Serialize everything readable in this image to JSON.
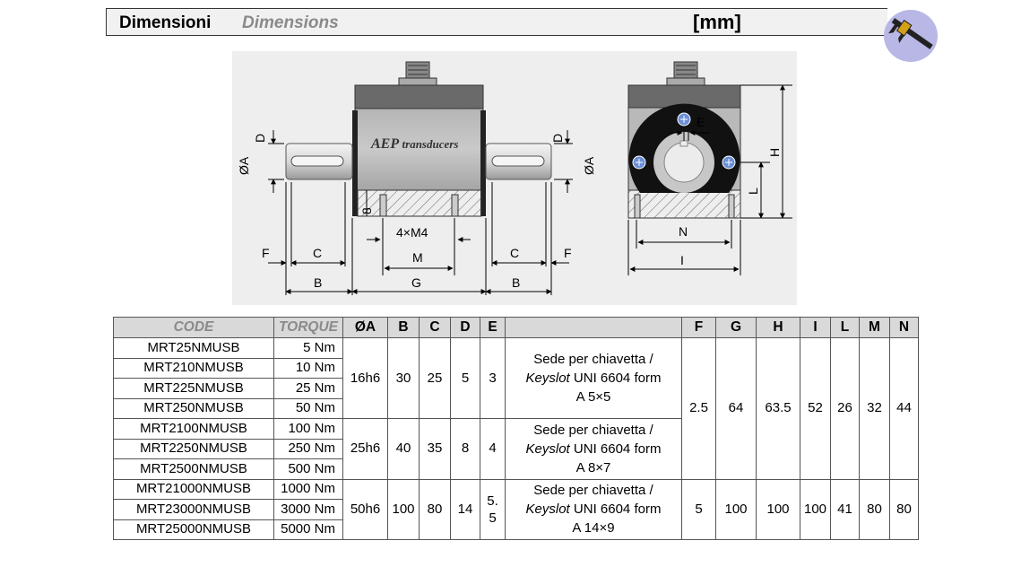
{
  "header": {
    "title_it": "Dimensioni",
    "title_en": "Dimensions",
    "unit": "[mm]"
  },
  "logo": {
    "icon": "caliper-icon",
    "bg_color": "#b8b7e6"
  },
  "drawing": {
    "brand_aep": "AEP",
    "brand_rest": "transducers",
    "labels": {
      "D": "D",
      "A": "ØA",
      "F": "F",
      "C": "C",
      "B": "B",
      "G": "G",
      "M": "M",
      "thread": "4×M4",
      "eight": "8",
      "E": "E",
      "H": "H",
      "L": "L",
      "N": "N",
      "I": "I"
    }
  },
  "table": {
    "headers": [
      "CODE",
      "TORQUE",
      "ØA",
      "B",
      "C",
      "D",
      "E",
      "",
      "F",
      "G",
      "H",
      "I",
      "L",
      "M",
      "N"
    ],
    "rows": [
      {
        "code": "MRT25NMUSB",
        "torque": "5 Nm"
      },
      {
        "code": "MRT210NMUSB",
        "torque": "10 Nm"
      },
      {
        "code": "MRT225NMUSB",
        "torque": "25 Nm"
      },
      {
        "code": "MRT250NMUSB",
        "torque": "50 Nm"
      },
      {
        "code": "MRT2100NMUSB",
        "torque": "100 Nm"
      },
      {
        "code": "MRT2250NMUSB",
        "torque": "250 Nm"
      },
      {
        "code": "MRT2500NMUSB",
        "torque": "500 Nm"
      },
      {
        "code": "MRT21000NMUSB",
        "torque": "1000 Nm"
      },
      {
        "code": "MRT23000NMUSB",
        "torque": "3000 Nm"
      },
      {
        "code": "MRT25000NMUSB",
        "torque": "5000 Nm"
      }
    ],
    "groups": [
      {
        "A": "16h6",
        "B": "30",
        "C": "25",
        "D": "5",
        "E": "3",
        "note_line1": "Sede per chiavetta /",
        "note_keyslot": "Keyslot",
        "note_line2": " UNI 6604 form",
        "note_line3": "A 5×5"
      },
      {
        "A": "25h6",
        "B": "40",
        "C": "35",
        "D": "8",
        "E": "4",
        "note_line1": "Sede per chiavetta /",
        "note_keyslot": "Keyslot",
        "note_line2": " UNI 6604 form",
        "note_line3": "A 8×7"
      },
      {
        "A": "50h6",
        "B": "100",
        "C": "80",
        "D": "14",
        "E_a": "5.",
        "E_b": "5",
        "note_line1": "Sede per chiavetta /",
        "note_keyslot": "Keyslot",
        "note_line2": " UNI 6604 form",
        "note_line3": "A 14×9"
      }
    ],
    "span1": {
      "F": "2.5",
      "G": "64",
      "H": "63.5",
      "I": "52",
      "L": "26",
      "M": "32",
      "N": "44"
    },
    "span2": {
      "F": "5",
      "G": "100",
      "H": "100",
      "I": "100",
      "L": "41",
      "M": "80",
      "N": "80"
    }
  }
}
